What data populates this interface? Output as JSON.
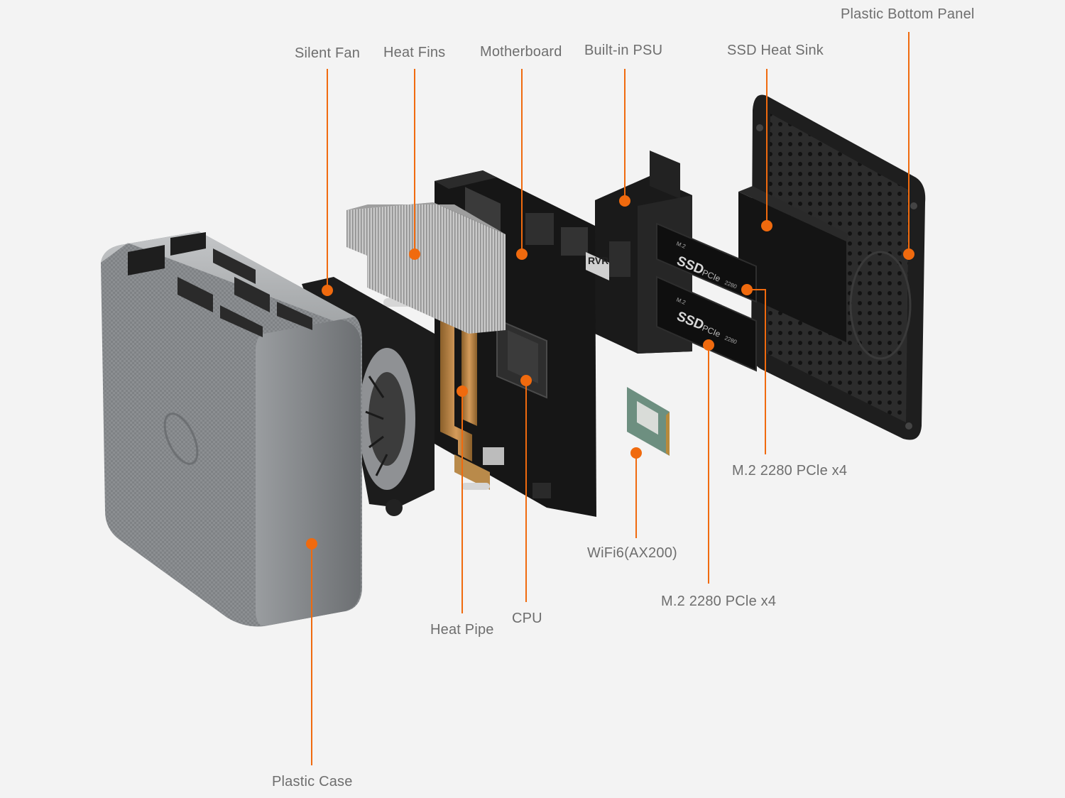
{
  "accent_color": "#f06a0e",
  "labels": {
    "plastic_bottom_panel": "Plastic Bottom Panel",
    "silent_fan": "Silent Fan",
    "heat_fins": "Heat Fins",
    "motherboard": "Motherboard",
    "builtin_psu": "Built-in PSU",
    "ssd_heat_sink": "SSD Heat Sink",
    "m2_upper": "M.2 2280 PCle x4",
    "wifi": "WiFi6(AX200)",
    "m2_lower": "M.2 2280 PCle x4",
    "cpu": "CPU",
    "heat_pipe": "Heat Pipe",
    "plastic_case": "Plastic Case"
  },
  "ssd_marking": {
    "brand": "SSD",
    "bus": "PCIe",
    "size": "2280",
    "form": "M.2"
  }
}
